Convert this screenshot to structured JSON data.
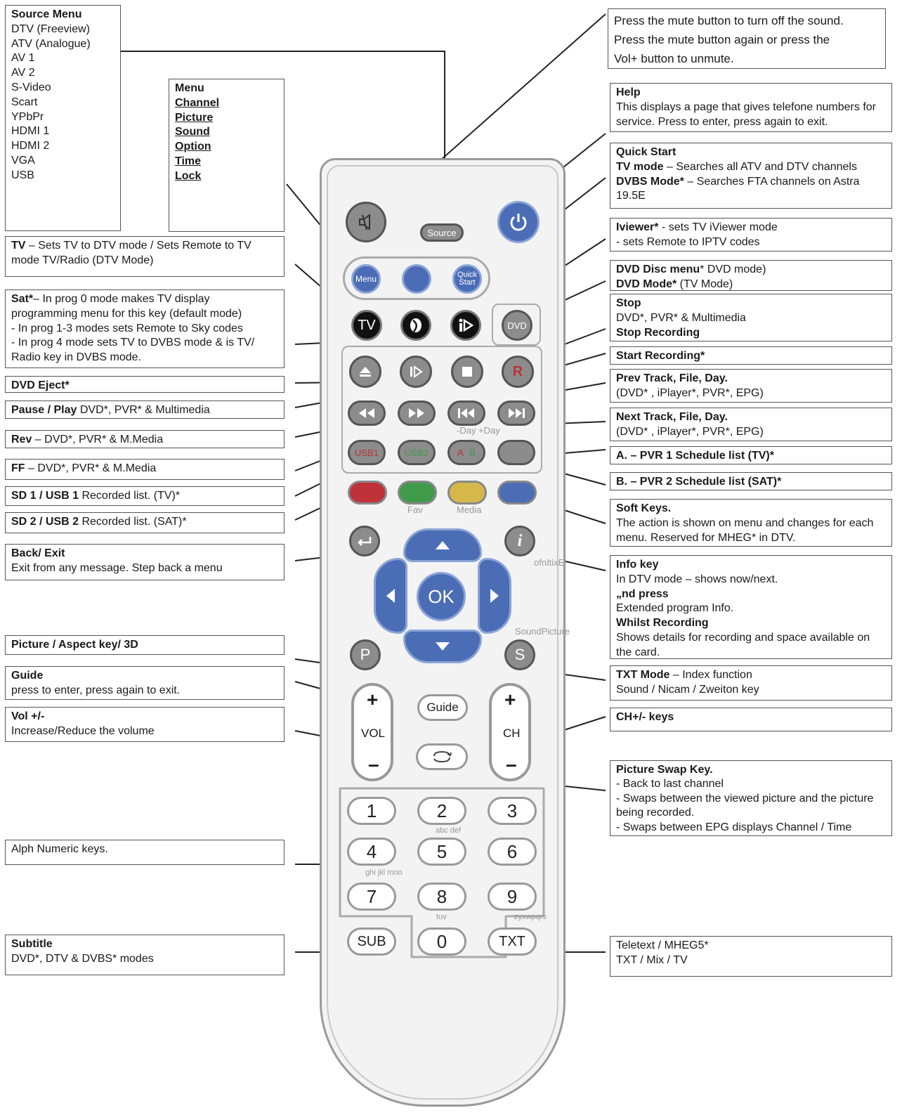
{
  "source_menu": {
    "title": "Source Menu",
    "items": [
      "DTV (Freeview)",
      "ATV (Analogue)",
      "AV 1",
      "AV 2",
      "S-Video",
      "Scart",
      "YPbPr",
      "HDMI 1",
      "HDMI 2",
      "VGA",
      "USB"
    ]
  },
  "menu_box": {
    "title": "Menu",
    "items": [
      "Channel",
      "Picture",
      "Sound",
      "Option",
      "Time",
      "Lock"
    ]
  },
  "left_notes": {
    "tv": {
      "key": "TV",
      "text": " – Sets TV to DTV mode / Sets Remote to TV mode TV/Radio (DTV Mode)"
    },
    "sat": {
      "key": "Sat*",
      "text": "– In prog 0 mode makes TV display programming menu for this key (default mode)",
      "l2": "- In prog 1-3 modes sets Remote to Sky codes",
      "l3": "- In prog 4 mode sets TV to DVBS mode & is TV/ Radio key in DVBS mode."
    },
    "eject": {
      "key": "DVD Eject*"
    },
    "pause": {
      "key": "Pause / Play",
      "text": " DVD*, PVR* & Multimedia"
    },
    "rev": {
      "key": "Rev",
      "text": " – DVD*, PVR* & M.Media"
    },
    "ff": {
      "key": "FF",
      "text": " – DVD*, PVR* & M.Media"
    },
    "sd1": {
      "key": "SD 1 / USB 1",
      "text": " Recorded list. (TV)*"
    },
    "sd2": {
      "key": "SD 2 / USB 2",
      "text": " Recorded list. (SAT)*"
    },
    "back": {
      "key": "Back/ Exit",
      "text": "Exit from any message. Step back a menu"
    },
    "picture": {
      "key": "Picture / Aspect key/ 3D"
    },
    "guide": {
      "key": "Guide",
      "text": "press to enter, press again to exit."
    },
    "vol": {
      "key": "Vol +/-",
      "text": "Increase/Reduce the volume"
    },
    "alph": {
      "text": "Alph Numeric keys."
    },
    "subtitle": {
      "key": "Subtitle",
      "text": "DVD*, DTV & DVBS* modes"
    }
  },
  "right_notes": {
    "mute": {
      "l1": "Press the mute button to turn off the sound.",
      "l2": "Press the mute button again or press the",
      "l3": "Vol+ button to unmute."
    },
    "help": {
      "key": "Help",
      "text": "This displays a page that gives telefone numbers for service. Press to enter, press again to exit."
    },
    "quick": {
      "key": "Quick Start",
      "k2": "TV mode",
      "t2": " – Searches all ATV and DTV channels",
      "k3": "DVBS Mode*",
      "t3": " – Searches FTA channels on Astra 19.5E"
    },
    "iviewer": {
      "key": "Iviewer*",
      "text": " - sets TV iViewer mode",
      "l2": "- sets Remote to IPTV codes"
    },
    "dvd": {
      "key": "DVD Disc menu",
      "text": "* DVD mode)",
      "k2": "DVD Mode*",
      "t2": "  (TV Mode)"
    },
    "stop": {
      "key": "Stop",
      "text": "DVD*, PVR* & Multimedia",
      "k2": "Stop Recording"
    },
    "rec": {
      "key": "Start Recording*"
    },
    "prev": {
      "key": "Prev Track, File, Day.",
      "text": "(DVD* , iPlayer*, PVR*, EPG)"
    },
    "next": {
      "key": "Next Track, File, Day.",
      "text": "(DVD*  , iPlayer*, PVR*, EPG)"
    },
    "a": {
      "key": "A. – PVR 1 Schedule list (TV)*"
    },
    "b": {
      "key": "B. – PVR 2 Schedule list (SAT)*"
    },
    "soft": {
      "key": "Soft Keys.",
      "text": "The action is shown on menu and changes for each menu. Reserved for MHEG* in DTV."
    },
    "info": {
      "key": "Info key",
      "text": "In DTV mode – shows now/next.",
      "k2": "„nd press",
      "t2": "Extended program Info.",
      "k3": "Whilst Recording",
      "t3": "Shows details for recording and space available on the card."
    },
    "txtmode": {
      "key": "TXT Mode",
      "text": " – Index function",
      "l2": "Sound / Nicam / Zweiton key"
    },
    "ch": {
      "key": "CH+/- keys"
    },
    "swap": {
      "key": "Picture Swap Key.",
      "l1": "- Back to last channel",
      "l2": "- Swaps between the viewed picture and the picture being recorded.",
      "l3": "- Swaps between EPG displays Channel / Time"
    },
    "teletext": {
      "l1": "Teletext / MHEG5*",
      "l2": "TXT / Mix / TV"
    }
  },
  "remote": {
    "source": "Source",
    "menu": "Menu",
    "quick": "Quick Start",
    "tv": "TV",
    "dvd": "DVD",
    "rec": "R",
    "usb1": "USB1",
    "usb2": "USB2",
    "a": "A",
    "b": "B",
    "day": "-Day +Day",
    "fav": "Fav",
    "media": "Media",
    "ok": "OK",
    "p": "P",
    "s": "S",
    "info_sub": "ofnItixE",
    "soundpicture": "SoundPicture",
    "guide": "Guide",
    "vol": "VOL",
    "ch": "CH",
    "plus": "+",
    "minus": "–",
    "digits": [
      "1",
      "2",
      "3",
      "4",
      "5",
      "6",
      "7",
      "8",
      "9"
    ],
    "zero": "0",
    "abc": "abc def",
    "ghi": "ghi jkl mno",
    "tuv": "tuv",
    "wxyz": "zyxwpqrs",
    "sub": "SUB",
    "txt": "TXT"
  },
  "colors": {
    "blue": "#4a6db5",
    "red": "#c0313a",
    "green": "#3f9a4a",
    "yellow": "#d6b84a",
    "grey": "#8c8c8c"
  }
}
